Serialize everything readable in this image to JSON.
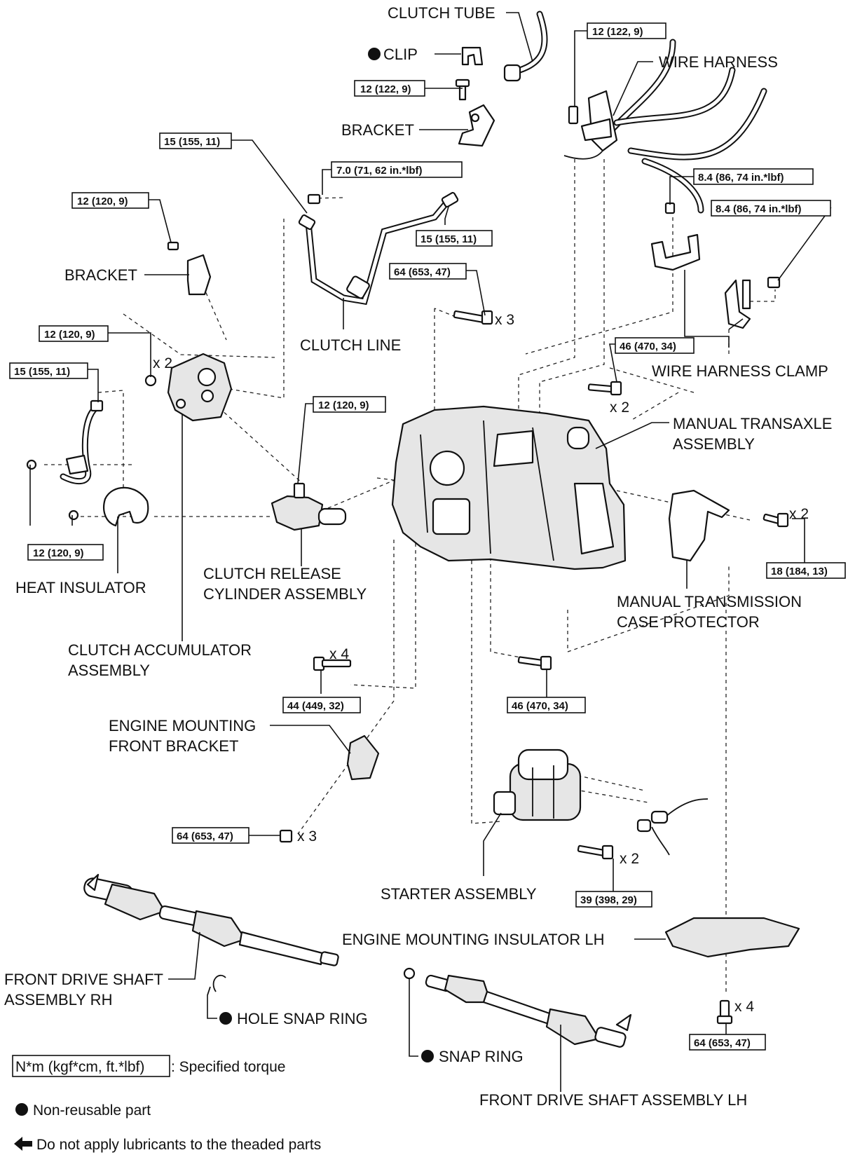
{
  "parts": [
    {
      "id": "clutch-tube",
      "text": "CLUTCH TUBE"
    },
    {
      "id": "clip",
      "text": "CLIP",
      "non_reusable": true
    },
    {
      "id": "bracket-top",
      "text": "BRACKET"
    },
    {
      "id": "wire-harness",
      "text": "WIRE HARNESS"
    },
    {
      "id": "bracket-left",
      "text": "BRACKET"
    },
    {
      "id": "clutch-line",
      "text": "CLUTCH LINE"
    },
    {
      "id": "wire-harness-clamp",
      "text": "WIRE HARNESS CLAMP"
    },
    {
      "id": "manual-transaxle-1",
      "text": "MANUAL TRANSAXLE"
    },
    {
      "id": "manual-transaxle-2",
      "text": "ASSEMBLY"
    },
    {
      "id": "clutch-release-1",
      "text": "CLUTCH RELEASE"
    },
    {
      "id": "clutch-release-2",
      "text": "CYLINDER ASSEMBLY"
    },
    {
      "id": "heat-insulator",
      "text": "HEAT INSULATOR"
    },
    {
      "id": "clutch-accumulator-1",
      "text": "CLUTCH ACCUMULATOR"
    },
    {
      "id": "clutch-accumulator-2",
      "text": "ASSEMBLY"
    },
    {
      "id": "case-protector-1",
      "text": "MANUAL TRANSMISSION"
    },
    {
      "id": "case-protector-2",
      "text": "CASE PROTECTOR"
    },
    {
      "id": "engine-mount-bracket-1",
      "text": "ENGINE MOUNTING"
    },
    {
      "id": "engine-mount-bracket-2",
      "text": "FRONT BRACKET"
    },
    {
      "id": "starter",
      "text": "STARTER ASSEMBLY"
    },
    {
      "id": "engine-mount-insulator",
      "text": "ENGINE MOUNTING INSULATOR LH"
    },
    {
      "id": "drive-shaft-rh-1",
      "text": "FRONT DRIVE SHAFT"
    },
    {
      "id": "drive-shaft-rh-2",
      "text": "ASSEMBLY RH"
    },
    {
      "id": "hole-snap-ring",
      "text": "HOLE SNAP RING",
      "non_reusable": true
    },
    {
      "id": "snap-ring",
      "text": "SNAP RING",
      "non_reusable": true
    },
    {
      "id": "drive-shaft-lh",
      "text": "FRONT DRIVE SHAFT ASSEMBLY LH"
    }
  ],
  "torques": [
    {
      "id": "t-bracket-top-bolt",
      "text": "12 (122, 9)"
    },
    {
      "id": "t-harness-bolt",
      "text": "12 (122, 9)"
    },
    {
      "id": "t-line-union-top",
      "text": "15 (155, 11)"
    },
    {
      "id": "t-line-bolt",
      "text": "7.0 (71, 62 in.*lbf)"
    },
    {
      "id": "t-bracket-left-bolt",
      "text": "12 (120, 9)"
    },
    {
      "id": "t-clamp-bolt-1",
      "text": "8.4 (86, 74 in.*lbf)"
    },
    {
      "id": "t-clamp-bolt-2",
      "text": "8.4 (86, 74 in.*lbf)"
    },
    {
      "id": "t-line-union-right",
      "text": "15 (155, 11)"
    },
    {
      "id": "t-transaxle-bolt-x3",
      "text": "64 (653, 47)"
    },
    {
      "id": "t-accumulator-bolt",
      "text": "12 (120, 9)"
    },
    {
      "id": "t-tube-union",
      "text": "15 (155, 11)"
    },
    {
      "id": "t-transaxle-bolt-x2",
      "text": "46 (470, 34)"
    },
    {
      "id": "t-release-bolt",
      "text": "12 (120, 9)"
    },
    {
      "id": "t-insulator-bolt",
      "text": "12 (120, 9)"
    },
    {
      "id": "t-protector-bolt",
      "text": "18 (184, 13)"
    },
    {
      "id": "t-front-bracket-bolt",
      "text": "44 (449, 32)"
    },
    {
      "id": "t-transaxle-bottom-bolt",
      "text": "46 (470, 34)"
    },
    {
      "id": "t-front-bracket-lower",
      "text": "64 (653, 47)"
    },
    {
      "id": "t-starter-bolt",
      "text": "39 (398, 29)"
    },
    {
      "id": "t-insulator-lh-bolt",
      "text": "64 (653, 47)"
    }
  ],
  "quantities": [
    {
      "id": "q-transaxle-x3",
      "text": "x 3"
    },
    {
      "id": "q-accumulator-x2",
      "text": "x 2"
    },
    {
      "id": "q-transaxle-x2",
      "text": "x 2"
    },
    {
      "id": "q-protector-x2",
      "text": "x 2"
    },
    {
      "id": "q-front-bracket-x4",
      "text": "x 4"
    },
    {
      "id": "q-front-bracket-lower-x3",
      "text": "x 3"
    },
    {
      "id": "q-starter-x2",
      "text": "x 2"
    },
    {
      "id": "q-insulator-lh-x4",
      "text": "x 4"
    }
  ],
  "legend": {
    "torque_box": "N*m (kgf*cm, ft.*lbf)",
    "torque_desc": ": Specified torque",
    "non_reusable": "Non-reusable part",
    "no_lube": "Do not apply lubricants to the theaded parts"
  }
}
